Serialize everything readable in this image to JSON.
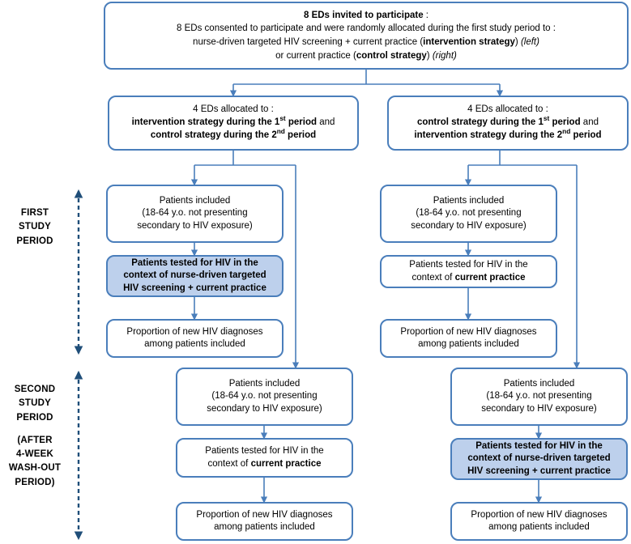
{
  "figure": {
    "type": "study-flow-diagram",
    "title": "Cluster randomized cross-over trial flow diagram",
    "colors": {
      "box_border": "#4A7EBB",
      "box_fill": "#FFFFFF",
      "highlight_fill": "#BDD0EC",
      "connector": "#4A7EBB",
      "period_arrow": "#1F4E79",
      "text": "#000000"
    }
  },
  "banner": {
    "name": "enrollment-banner",
    "lines": [
      {
        "segments": [
          {
            "text": "8 EDs invited to participate",
            "style": "bold"
          },
          {
            "text": " :",
            "style": "normal"
          }
        ]
      },
      {
        "segments": [
          {
            "text": "8 EDs consented to participate and  were randomly allocated during the first study period to :",
            "style": "normal"
          }
        ]
      },
      {
        "segments": [
          {
            "text": "nurse-driven targeted HIV screening + current practice (",
            "style": "normal"
          },
          {
            "text": "intervention strategy",
            "style": "bold"
          },
          {
            "text": ") ",
            "style": "normal"
          },
          {
            "text": "(left)",
            "style": "italic"
          }
        ]
      },
      {
        "segments": [
          {
            "text": "or current practice (",
            "style": "normal"
          },
          {
            "text": "control strategy",
            "style": "bold"
          },
          {
            "text": ") ",
            "style": "normal"
          },
          {
            "text": "(right)",
            "style": "italic"
          }
        ]
      }
    ]
  },
  "allocation": {
    "left": {
      "name": "allocation-left",
      "lines": [
        {
          "segments": [
            {
              "text": "4 EDs allocated to :",
              "style": "normal"
            }
          ]
        },
        {
          "segments": [
            {
              "text": "intervention strategy during the 1",
              "style": "bold"
            },
            {
              "text": "st",
              "style": "bold-sup"
            },
            {
              "text": " period",
              "style": "bold"
            },
            {
              "text": " and",
              "style": "normal"
            }
          ]
        },
        {
          "segments": [
            {
              "text": "control strategy during the 2",
              "style": "bold"
            },
            {
              "text": "nd",
              "style": "bold-sup"
            },
            {
              "text": " period",
              "style": "bold"
            }
          ]
        }
      ]
    },
    "right": {
      "name": "allocation-right",
      "lines": [
        {
          "segments": [
            {
              "text": "4 EDs allocated to :",
              "style": "normal"
            }
          ]
        },
        {
          "segments": [
            {
              "text": "control strategy during the 1",
              "style": "bold"
            },
            {
              "text": "st",
              "style": "bold-sup"
            },
            {
              "text": " period",
              "style": "bold"
            },
            {
              "text": " and",
              "style": "normal"
            }
          ]
        },
        {
          "segments": [
            {
              "text": "intervention strategy during the 2",
              "style": "bold"
            },
            {
              "text": "nd",
              "style": "bold-sup"
            },
            {
              "text": " period",
              "style": "bold"
            }
          ]
        }
      ]
    }
  },
  "period_labels": {
    "first": {
      "name": "first-study-period-label",
      "lines": [
        "FIRST",
        "STUDY",
        "PERIOD"
      ],
      "extra_lines": []
    },
    "second": {
      "name": "second-study-period-label",
      "lines": [
        "SECOND",
        "STUDY",
        "PERIOD"
      ],
      "extra_lines": [
        "(AFTER",
        "4-WEEK",
        "WASH-OUT",
        "PERIOD)"
      ]
    }
  },
  "node_text": {
    "patients_included": {
      "lines": [
        {
          "segments": [
            {
              "text": "Patients included",
              "style": "normal"
            }
          ]
        },
        {
          "segments": [
            {
              "text": "(18-64 y.o. not presenting",
              "style": "normal"
            }
          ]
        },
        {
          "segments": [
            {
              "text": "secondary to HIV exposure)",
              "style": "normal"
            }
          ]
        }
      ]
    },
    "tested_intervention": {
      "lines": [
        {
          "segments": [
            {
              "text": "Patients tested for HIV in the",
              "style": "bold"
            }
          ]
        },
        {
          "segments": [
            {
              "text": "context of nurse-driven targeted",
              "style": "bold"
            }
          ]
        },
        {
          "segments": [
            {
              "text": "HIV screening + current practice",
              "style": "bold"
            }
          ]
        }
      ]
    },
    "tested_control": {
      "lines": [
        {
          "segments": [
            {
              "text": "Patients tested for HIV in the",
              "style": "normal"
            }
          ]
        },
        {
          "segments": [
            {
              "text": "context of ",
              "style": "normal"
            },
            {
              "text": "current practice",
              "style": "bold"
            }
          ]
        }
      ]
    },
    "outcome": {
      "lines": [
        {
          "segments": [
            {
              "text": "Proportion of new HIV diagnoses",
              "style": "normal"
            }
          ]
        },
        {
          "segments": [
            {
              "text": "among patients included",
              "style": "normal"
            }
          ]
        }
      ]
    }
  },
  "nodes": [
    {
      "id": "p1-left-included",
      "name": "node-first-period-left-included",
      "text_key": "patients_included",
      "highlight": false
    },
    {
      "id": "p1-left-tested",
      "name": "node-first-period-left-tested",
      "text_key": "tested_intervention",
      "highlight": true
    },
    {
      "id": "p1-left-outcome",
      "name": "node-first-period-left-outcome",
      "text_key": "outcome",
      "highlight": false
    },
    {
      "id": "p1-right-included",
      "name": "node-first-period-right-included",
      "text_key": "patients_included",
      "highlight": false
    },
    {
      "id": "p1-right-tested",
      "name": "node-first-period-right-tested",
      "text_key": "tested_control",
      "highlight": false
    },
    {
      "id": "p1-right-outcome",
      "name": "node-first-period-right-outcome",
      "text_key": "outcome",
      "highlight": false
    },
    {
      "id": "p2-left-included",
      "name": "node-second-period-left-included",
      "text_key": "patients_included",
      "highlight": false
    },
    {
      "id": "p2-left-tested",
      "name": "node-second-period-left-tested",
      "text_key": "tested_control",
      "highlight": false
    },
    {
      "id": "p2-left-outcome",
      "name": "node-second-period-left-outcome",
      "text_key": "outcome",
      "highlight": false
    },
    {
      "id": "p2-right-included",
      "name": "node-second-period-right-included",
      "text_key": "patients_included",
      "highlight": false
    },
    {
      "id": "p2-right-tested",
      "name": "node-second-period-right-tested",
      "text_key": "tested_intervention",
      "highlight": true
    },
    {
      "id": "p2-right-outcome",
      "name": "node-second-period-right-outcome",
      "text_key": "outcome",
      "highlight": false
    }
  ]
}
